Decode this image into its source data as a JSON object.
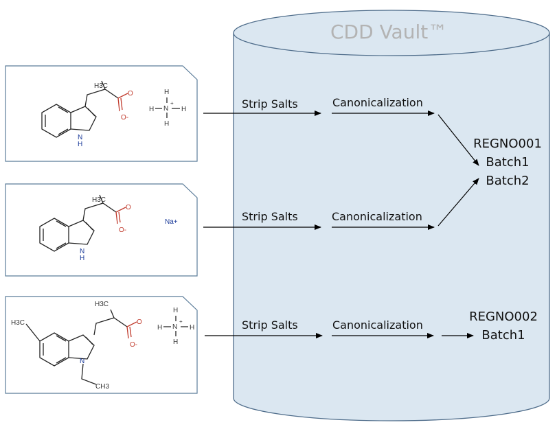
{
  "vault": {
    "title": "CDD Vault™"
  },
  "steps": {
    "strip": "Strip Salts",
    "canon": "Canonicalization"
  },
  "results": [
    {
      "reg": "REGNO001",
      "batches": [
        "Batch1",
        "Batch2"
      ]
    },
    {
      "reg": "REGNO002",
      "batches": [
        "Batch1"
      ]
    }
  ],
  "molecule_labels": {
    "ch3": "H3C",
    "ch3_right": "CH3",
    "nh": "N",
    "h": "H",
    "o": "O",
    "o_minus": "O-",
    "ammonium_n": "N",
    "plus": "+",
    "na": "Na+"
  }
}
